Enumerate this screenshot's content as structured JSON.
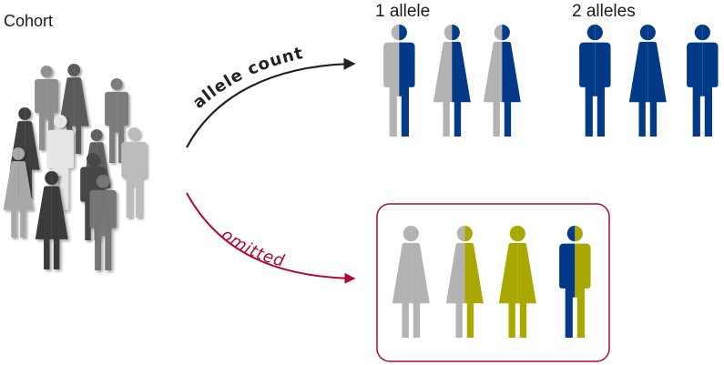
{
  "labels": {
    "cohort": "Cohort",
    "one_allele": "1 allele",
    "two_alleles": "2 alleles",
    "allele_count": "allele count",
    "omitted": "omitted"
  },
  "colors": {
    "navy": "#023a87",
    "olive": "#a9a800",
    "light_gray": "#b3b3b3",
    "crimson": "#b0082f",
    "arrow_dark": "#222222"
  },
  "cohort_figures": [
    {
      "kind": "male",
      "color": "#8f8f8f"
    },
    {
      "kind": "female",
      "color": "#5a5a5a"
    },
    {
      "kind": "male",
      "color": "#7b7b7b"
    },
    {
      "kind": "female",
      "color": "#3f3f3f"
    },
    {
      "kind": "male",
      "color": "#e6e6e6"
    },
    {
      "kind": "female",
      "color": "#606060"
    },
    {
      "kind": "male",
      "color": "#bcbcbc"
    },
    {
      "kind": "male",
      "color": "#474747"
    },
    {
      "kind": "female",
      "color": "#a8a8a8"
    },
    {
      "kind": "female",
      "color": "#3a3a3a"
    },
    {
      "kind": "male",
      "color": "#767676"
    }
  ],
  "one_allele_group": [
    {
      "kind": "male",
      "left": "gray",
      "right": "navy"
    },
    {
      "kind": "female",
      "left": "gray",
      "right": "navy"
    },
    {
      "kind": "female",
      "left": "gray",
      "right": "navy"
    }
  ],
  "two_alleles_group": [
    {
      "kind": "male",
      "left": "navy",
      "right": "navy"
    },
    {
      "kind": "female",
      "left": "navy",
      "right": "navy"
    },
    {
      "kind": "male",
      "left": "navy",
      "right": "navy"
    }
  ],
  "omitted_group": [
    {
      "kind": "female",
      "left": "gray",
      "right": "gray"
    },
    {
      "kind": "female",
      "left": "gray",
      "right": "olive"
    },
    {
      "kind": "female",
      "left": "olive",
      "right": "olive"
    },
    {
      "kind": "male",
      "left": "navy",
      "right": "olive"
    }
  ]
}
